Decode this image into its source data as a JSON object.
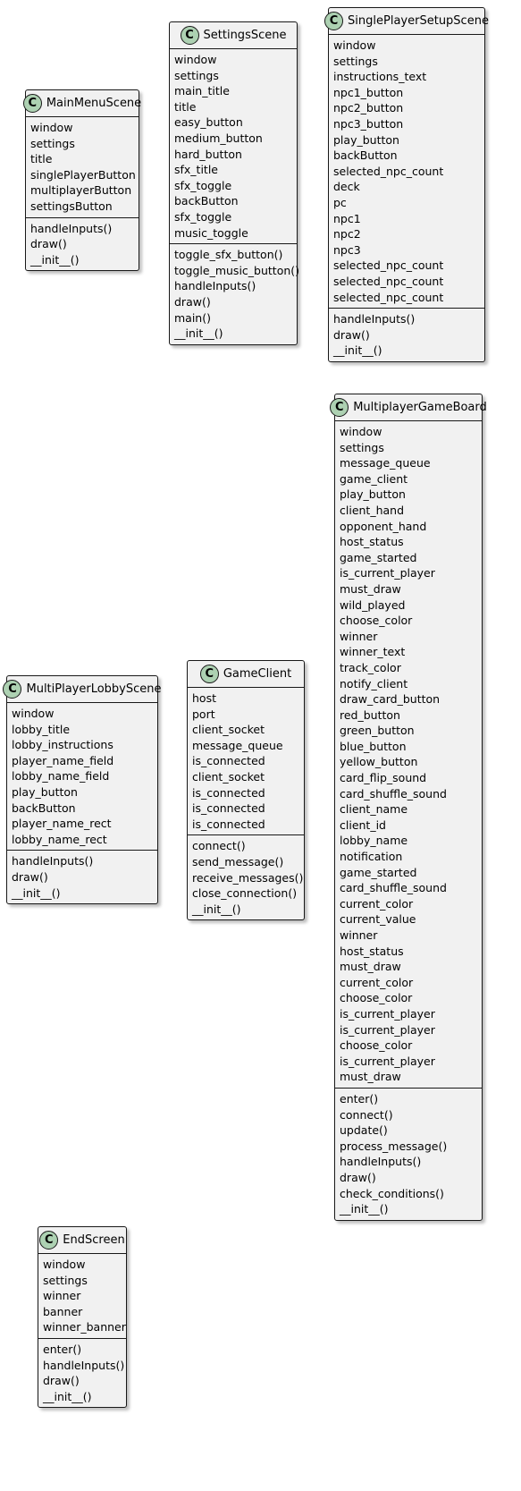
{
  "badge_letter": "C",
  "colors": {
    "class_fill": "#f1f1f1",
    "badge_fill": "#add1b2",
    "border": "#181818"
  },
  "classes": [
    {
      "id": "main-menu-scene",
      "name": "MainMenuScene",
      "fields": [
        "window",
        "settings",
        "title",
        "singlePlayerButton",
        "multiplayerButton",
        "settingsButton"
      ],
      "methods": [
        "handleInputs()",
        "draw()",
        "__init__()"
      ]
    },
    {
      "id": "settings-scene",
      "name": "SettingsScene",
      "fields": [
        "window",
        "settings",
        "main_title",
        "title",
        "easy_button",
        "medium_button",
        "hard_button",
        "sfx_title",
        "sfx_toggle",
        "backButton",
        "sfx_toggle",
        "music_toggle"
      ],
      "methods": [
        "toggle_sfx_button()",
        "toggle_music_button()",
        "handleInputs()",
        "draw()",
        "main()",
        "__init__()"
      ]
    },
    {
      "id": "single-player-setup-scene",
      "name": "SinglePlayerSetupScene",
      "fields": [
        "window",
        "settings",
        "instructions_text",
        "npc1_button",
        "npc2_button",
        "npc3_button",
        "play_button",
        "backButton",
        "selected_npc_count",
        "deck",
        "pc",
        "npc1",
        "npc2",
        "npc3",
        "selected_npc_count",
        "selected_npc_count",
        "selected_npc_count"
      ],
      "methods": [
        "handleInputs()",
        "draw()",
        "__init__()"
      ]
    },
    {
      "id": "multi-player-lobby-scene",
      "name": "MultiPlayerLobbyScene",
      "fields": [
        "window",
        "lobby_title",
        "lobby_instructions",
        "player_name_field",
        "lobby_name_field",
        "play_button",
        "backButton",
        "player_name_rect",
        "lobby_name_rect"
      ],
      "methods": [
        "handleInputs()",
        "draw()",
        "__init__()"
      ]
    },
    {
      "id": "game-client",
      "name": "GameClient",
      "fields": [
        "host",
        "port",
        "client_socket",
        "message_queue",
        "is_connected",
        "client_socket",
        "is_connected",
        "is_connected",
        "is_connected"
      ],
      "methods": [
        "connect()",
        "send_message()",
        "receive_messages()",
        "close_connection()",
        "__init__()"
      ]
    },
    {
      "id": "multiplayer-game-board",
      "name": "MultiplayerGameBoard",
      "fields": [
        "window",
        "settings",
        "message_queue",
        "game_client",
        "play_button",
        "client_hand",
        "opponent_hand",
        "host_status",
        "game_started",
        "is_current_player",
        "must_draw",
        "wild_played",
        "choose_color",
        "winner",
        "winner_text",
        "track_color",
        "notify_client",
        "draw_card_button",
        "red_button",
        "green_button",
        "blue_button",
        "yellow_button",
        "card_flip_sound",
        "card_shuffle_sound",
        "client_name",
        "client_id",
        "lobby_name",
        "notification",
        "game_started",
        "card_shuffle_sound",
        "current_color",
        "current_value",
        "winner",
        "host_status",
        "must_draw",
        "current_color",
        "choose_color",
        "is_current_player",
        "is_current_player",
        "choose_color",
        "is_current_player",
        "must_draw"
      ],
      "methods": [
        "enter()",
        "connect()",
        "update()",
        "process_message()",
        "handleInputs()",
        "draw()",
        "check_conditions()",
        "__init__()"
      ]
    },
    {
      "id": "end-screen",
      "name": "EndScreen",
      "fields": [
        "window",
        "settings",
        "winner",
        "banner",
        "winner_banner"
      ],
      "methods": [
        "enter()",
        "handleInputs()",
        "draw()",
        "__init__()"
      ]
    }
  ]
}
